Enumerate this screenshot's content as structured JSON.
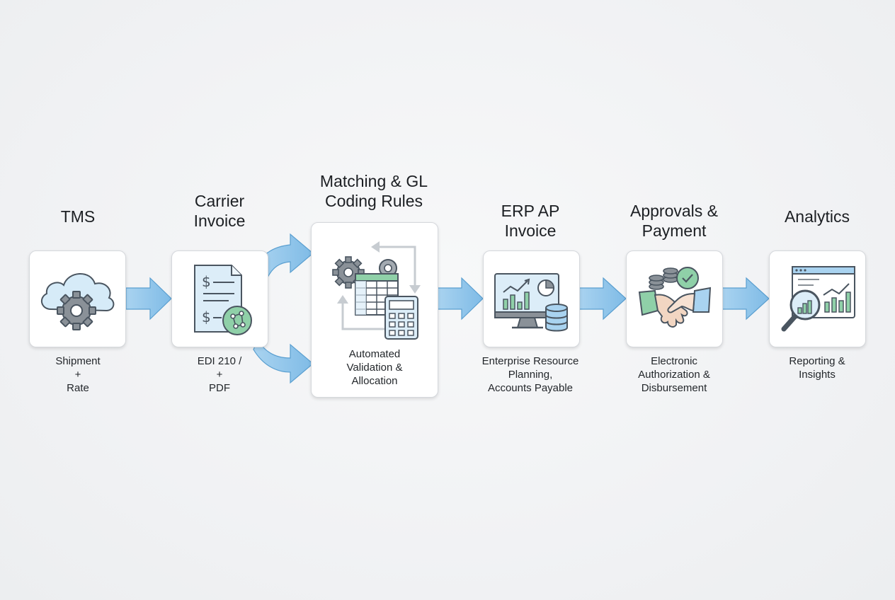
{
  "steps": [
    {
      "title": [
        "TMS"
      ],
      "sub": [
        "Shipment",
        "+",
        "Rate"
      ],
      "icon": "cloud-gear-icon"
    },
    {
      "title": [
        "Carrier",
        "Invoice"
      ],
      "sub": [
        "EDI 210 /",
        "+",
        "PDF"
      ],
      "icon": "invoice-document-icon"
    },
    {
      "title": [
        "Matching & GL",
        "Coding Rules"
      ],
      "sub": [
        "Automated",
        "Validation &",
        "Allocation"
      ],
      "icon": "spreadsheet-calculator-icon"
    },
    {
      "title": [
        "ERP AP",
        "Invoice"
      ],
      "sub": [
        "Enterprise Resource",
        "Planning,",
        "Accounts Payable"
      ],
      "icon": "monitor-chart-database-icon"
    },
    {
      "title": [
        "Approvals &",
        "Payment"
      ],
      "sub": [
        "Electronic",
        "Authorization &",
        "Disbursement"
      ],
      "icon": "handshake-coins-icon"
    },
    {
      "title": [
        "Analytics"
      ],
      "sub": [
        "Reporting &",
        "Insights"
      ],
      "icon": "magnifier-chart-icon"
    }
  ],
  "colors": {
    "arrow": "#86c1e8",
    "arrow_stroke": "#5a9fd0",
    "accent_green": "#8fd0a8",
    "accent_blue": "#cfe6f6",
    "icon_gray": "#8a9198",
    "icon_dark": "#4a5560"
  }
}
